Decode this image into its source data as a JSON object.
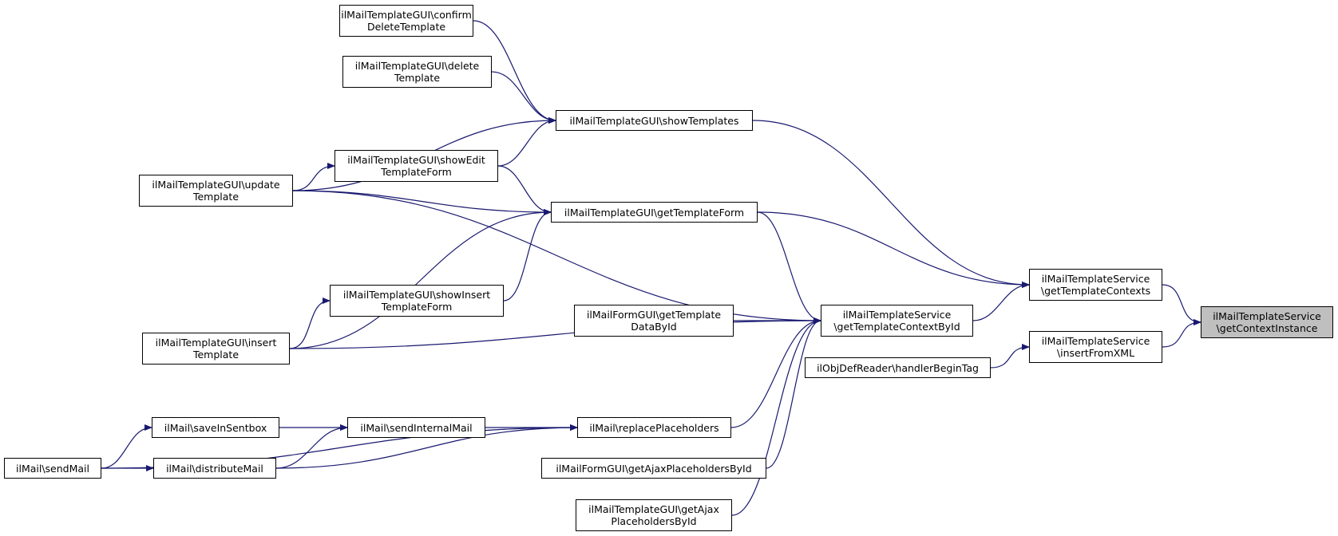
{
  "colors": {
    "edge": "#191970",
    "node_border": "#000000",
    "node_fill": "#ffffff",
    "current_fill": "#bfbfbf"
  },
  "nodes": {
    "confirmDelete": {
      "lines": [
        "ilMailTemplateGUI\\confirm",
        "DeleteTemplate"
      ]
    },
    "deleteTpl": {
      "lines": [
        "ilMailTemplateGUI\\delete",
        "Template"
      ]
    },
    "showTemplates": {
      "lines": [
        "ilMailTemplateGUI\\showTemplates"
      ]
    },
    "showEdit": {
      "lines": [
        "ilMailTemplateGUI\\showEdit",
        "TemplateForm"
      ]
    },
    "updateTpl": {
      "lines": [
        "ilMailTemplateGUI\\update",
        "Template"
      ]
    },
    "getTemplateForm": {
      "lines": [
        "ilMailTemplateGUI\\getTemplateForm"
      ]
    },
    "showInsert": {
      "lines": [
        "ilMailTemplateGUI\\showInsert",
        "TemplateForm"
      ]
    },
    "insertTpl": {
      "lines": [
        "ilMailTemplateGUI\\insert",
        "Template"
      ]
    },
    "formGetTplData": {
      "lines": [
        "ilMailFormGUI\\getTemplate",
        "DataById"
      ]
    },
    "getTemplateContextById": {
      "lines": [
        "ilMailTemplateService",
        "\\getTemplateContextById"
      ]
    },
    "getTemplateContexts": {
      "lines": [
        "ilMailTemplateService",
        "\\getTemplateContexts"
      ]
    },
    "getContextInstance": {
      "lines": [
        "ilMailTemplateService",
        "\\getContextInstance"
      ]
    },
    "insertFromXML": {
      "lines": [
        "ilMailTemplateService",
        "\\insertFromXML"
      ]
    },
    "objDefReader": {
      "lines": [
        "ilObjDefReader\\handlerBeginTag"
      ]
    },
    "saveInSentbox": {
      "lines": [
        "ilMail\\saveInSentbox"
      ]
    },
    "sendInternalMail": {
      "lines": [
        "ilMail\\sendInternalMail"
      ]
    },
    "replacePlaceholders": {
      "lines": [
        "ilMail\\replacePlaceholders"
      ]
    },
    "sendMail": {
      "lines": [
        "ilMail\\sendMail"
      ]
    },
    "distributeMail": {
      "lines": [
        "ilMail\\distributeMail"
      ]
    },
    "formAjax": {
      "lines": [
        "ilMailFormGUI\\getAjaxPlaceholdersById"
      ]
    },
    "tplAjax": {
      "lines": [
        "ilMailTemplateGUI\\getAjax",
        "PlaceholdersById"
      ]
    }
  },
  "edges": [
    [
      "getTemplateContexts",
      "getContextInstance"
    ],
    [
      "insertFromXML",
      "getContextInstance"
    ],
    [
      "showTemplates",
      "getTemplateContexts"
    ],
    [
      "getTemplateForm",
      "getTemplateContexts"
    ],
    [
      "getTemplateContextById",
      "getTemplateContexts"
    ],
    [
      "confirmDelete",
      "showTemplates"
    ],
    [
      "deleteTpl",
      "showTemplates"
    ],
    [
      "updateTpl",
      "showTemplates"
    ],
    [
      "showEdit",
      "showTemplates"
    ],
    [
      "updateTpl",
      "showEdit"
    ],
    [
      "showEdit",
      "getTemplateForm"
    ],
    [
      "updateTpl",
      "getTemplateForm"
    ],
    [
      "showInsert",
      "getTemplateForm"
    ],
    [
      "insertTpl",
      "getTemplateForm"
    ],
    [
      "insertTpl",
      "showInsert"
    ],
    [
      "getTemplateForm",
      "getTemplateContextById"
    ],
    [
      "updateTpl",
      "getTemplateContextById"
    ],
    [
      "formGetTplData",
      "getTemplateContextById"
    ],
    [
      "insertTpl",
      "getTemplateContextById"
    ],
    [
      "replacePlaceholders",
      "getTemplateContextById"
    ],
    [
      "formAjax",
      "getTemplateContextById"
    ],
    [
      "tplAjax",
      "getTemplateContextById"
    ],
    [
      "objDefReader",
      "insertFromXML"
    ],
    [
      "sendInternalMail",
      "replacePlaceholders"
    ],
    [
      "distributeMail",
      "replacePlaceholders"
    ],
    [
      "sendMail",
      "replacePlaceholders"
    ],
    [
      "saveInSentbox",
      "sendInternalMail"
    ],
    [
      "distributeMail",
      "sendInternalMail"
    ],
    [
      "sendMail",
      "saveInSentbox"
    ],
    [
      "sendMail",
      "distributeMail"
    ]
  ]
}
